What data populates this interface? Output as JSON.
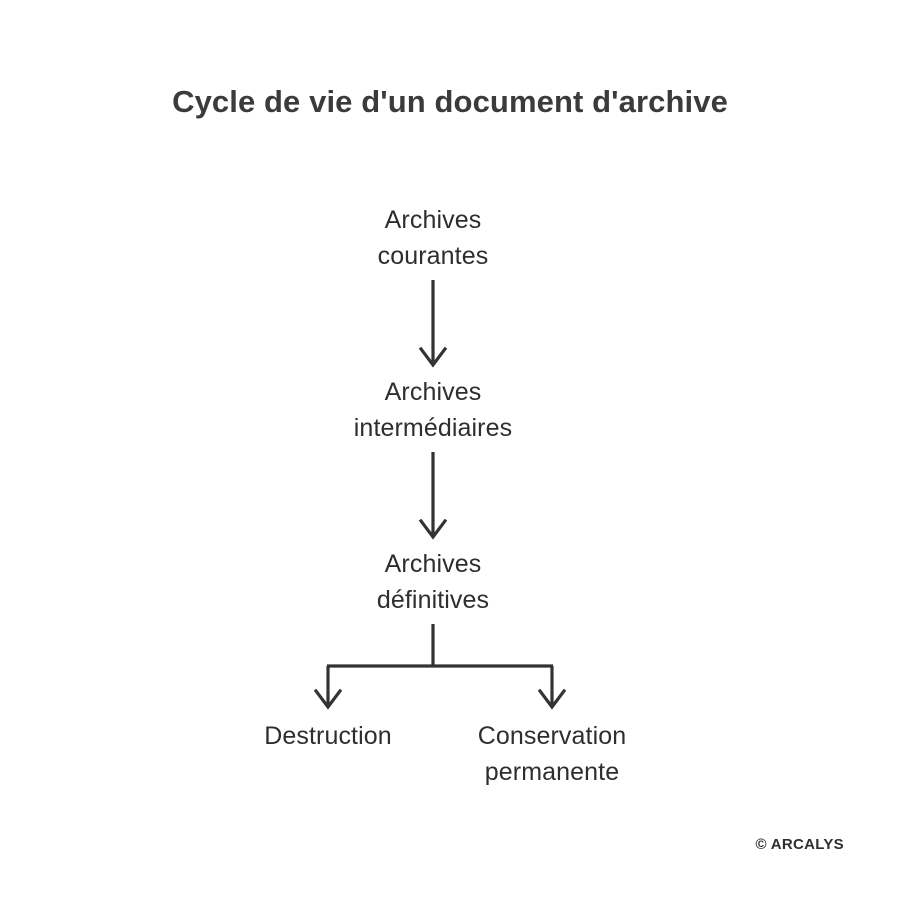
{
  "page": {
    "title": "Cycle de vie d'un document d'archive",
    "background_color": "#ffffff",
    "text_color": "#2e2e2e",
    "title_color": "#3b3b3b",
    "line_color": "#333333"
  },
  "diagram": {
    "type": "flowchart",
    "orientation": "top-down",
    "nodes": [
      {
        "id": "courantes",
        "label": "Archives\ncourantes"
      },
      {
        "id": "intermediaires",
        "label": "Archives\nintermédiaires"
      },
      {
        "id": "definitives",
        "label": "Archives\ndéfinitives"
      },
      {
        "id": "destruction",
        "label": "Destruction"
      },
      {
        "id": "conservation",
        "label": "Conservation\npermanente"
      }
    ],
    "edges": [
      {
        "from": "courantes",
        "to": "intermediaires",
        "style": "arrow"
      },
      {
        "from": "intermediaires",
        "to": "definitives",
        "style": "arrow"
      },
      {
        "from": "definitives",
        "to": "destruction",
        "style": "branch-arrow"
      },
      {
        "from": "definitives",
        "to": "conservation",
        "style": "branch-arrow"
      }
    ]
  },
  "footer": {
    "copyright": "© ARCALYS"
  }
}
